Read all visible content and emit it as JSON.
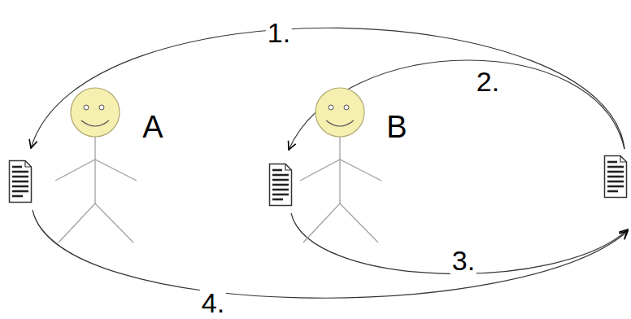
{
  "diagram": {
    "labels": [
      "A",
      "B",
      "1.",
      "2.",
      "3.",
      "4."
    ]
  }
}
